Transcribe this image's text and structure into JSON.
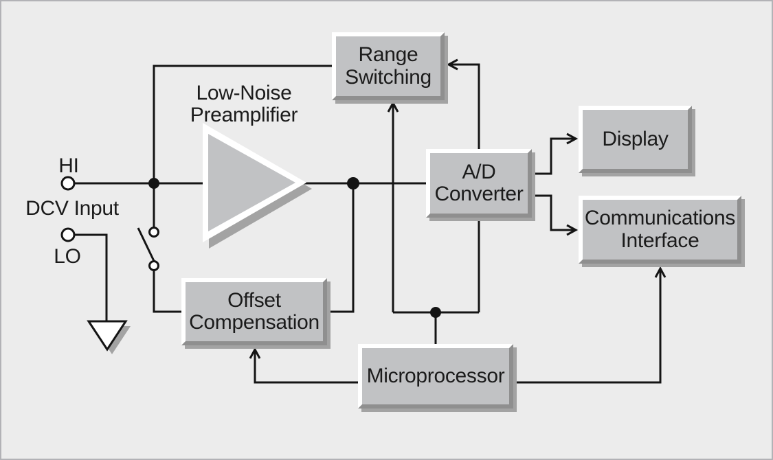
{
  "diagram": {
    "type": "block-diagram",
    "description": "DCV input signal path of a digital multimeter"
  },
  "colors": {
    "bg": "#ececec",
    "frame": "#b2b2b6",
    "line": "#141414",
    "text": "#1b1b1b",
    "block_face": "#c1c2c4",
    "bevel": "#8f8f8f",
    "highlight": "#ffffff",
    "shadow": "#a3a3a3"
  },
  "labels": {
    "hi": "HI",
    "lo": "LO",
    "dcv_input": "DCV Input",
    "preamp": "Low-Noise\nPreamplifier"
  },
  "blocks": {
    "range_switching": {
      "label": "Range\nSwitching"
    },
    "ad_converter": {
      "label": "A/D\nConverter"
    },
    "display": {
      "label": "Display"
    },
    "comm_interface": {
      "label": "Communications\nInterface"
    },
    "offset_comp": {
      "label": "Offset\nCompensation"
    },
    "microprocessor": {
      "label": "Microprocessor"
    }
  }
}
